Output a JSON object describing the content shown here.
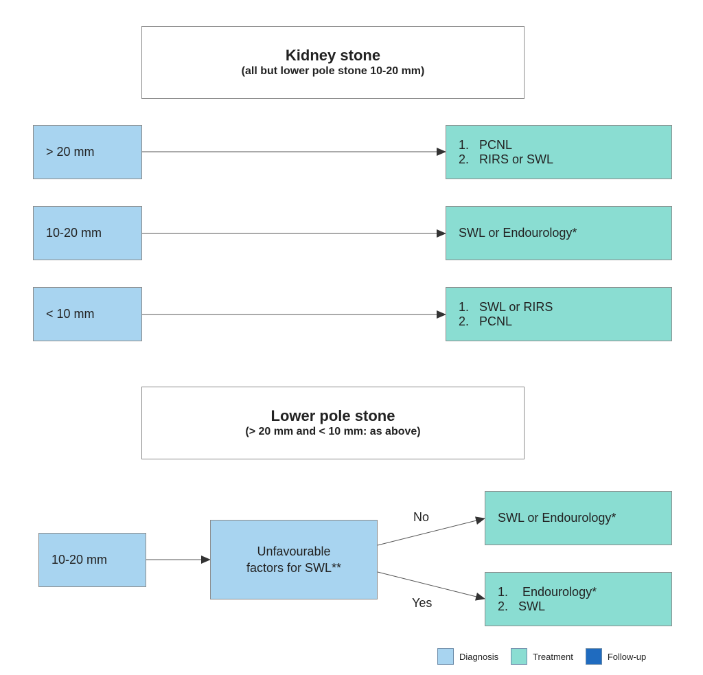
{
  "kidney": {
    "title": "Kidney stone",
    "subtitle": "(all but lower pole stone 10-20 mm)",
    "rows": [
      {
        "size": "> 20 mm",
        "treatment": [
          {
            "num": "1.",
            "text": "PCNL"
          },
          {
            "num": "2.",
            "text": "RIRS or SWL"
          }
        ]
      },
      {
        "size": "10-20 mm",
        "treatment_text": "SWL or Endourology*"
      },
      {
        "size": "< 10 mm",
        "treatment": [
          {
            "num": "1.",
            "text": "SWL or RIRS"
          },
          {
            "num": "2.",
            "text": "PCNL"
          }
        ]
      }
    ]
  },
  "lower_pole": {
    "title": "Lower pole stone",
    "subtitle": "(> 20 mm and < 10 mm: as above)",
    "size": "10-20 mm",
    "decision": "Unfavourable factors for SWL**",
    "no_label": "No",
    "yes_label": "Yes",
    "no_treatment": "SWL or Endourology*",
    "yes_treatment": [
      {
        "num": "1.",
        "text": "Endourology*"
      },
      {
        "num": "2.",
        "text": "SWL"
      }
    ]
  },
  "legend": [
    {
      "label": "Diagnosis",
      "color": "#a8d4f0"
    },
    {
      "label": "Treatment",
      "color": "#8addd2"
    },
    {
      "label": "Follow-up",
      "color": "#1f6bbf"
    }
  ],
  "colors": {
    "diagnosis": "#a8d4f0",
    "treatment": "#8addd2",
    "followup": "#1f6bbf",
    "arrow": "#555555"
  }
}
